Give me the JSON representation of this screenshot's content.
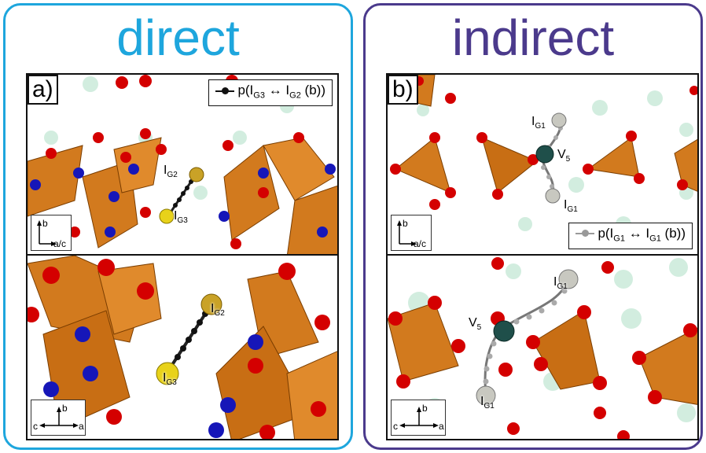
{
  "headings": {
    "direct": "direct",
    "indirect": "indirect"
  },
  "panels": {
    "a": {
      "label": "a)",
      "legend": {
        "prefix": "p(I",
        "first_sub": "G3",
        "arrow": " ↔ I",
        "second_sub": "G2",
        "suffix": " (b))",
        "color": "#111111"
      },
      "top_labels": {
        "g2": {
          "main": "I",
          "sub": "G2"
        },
        "g3": {
          "main": "I",
          "sub": "G3"
        }
      },
      "bottom_labels": {
        "g2": {
          "main": "I",
          "sub": "G2"
        },
        "g3": {
          "main": "I",
          "sub": "G3"
        }
      },
      "top_axes": {
        "vertical": "b",
        "horizontal": "a/c"
      },
      "bottom_axes": {
        "vertical": "b",
        "left": "c",
        "right": "a"
      }
    },
    "b": {
      "label": "b)",
      "legend": {
        "prefix": "p(I",
        "first_sub": "G1",
        "arrow": " ↔ I",
        "second_sub": "G1",
        "suffix": " (b))",
        "color": "#999999"
      },
      "top_labels": {
        "g1_upper": {
          "main": "I",
          "sub": "G1"
        },
        "v5": {
          "main": "V",
          "sub": "5"
        },
        "g1_lower": {
          "main": "I",
          "sub": "G1"
        }
      },
      "bottom_labels": {
        "g1_upper": {
          "main": "I",
          "sub": "G1"
        },
        "v5": {
          "main": "V",
          "sub": "5"
        },
        "g1_lower": {
          "main": "I",
          "sub": "G1"
        }
      },
      "top_axes": {
        "vertical": "b",
        "horizontal": "a/c"
      },
      "bottom_axes": {
        "vertical": "b",
        "left": "c",
        "right": "a"
      }
    }
  },
  "colors": {
    "direct_frame": "#1ea6dd",
    "indirect_frame": "#4b3a8c",
    "oxygen": "#d40000",
    "vanadium": "#1616b8",
    "tetrahedron": "#d27a1e",
    "iodine_g2": "#c9a227",
    "iodine_g3": "#e8d21a",
    "iodine_g1": "#c8c8c0",
    "v5": "#1f4f4a",
    "background_atoms": "#bfe6d2"
  }
}
